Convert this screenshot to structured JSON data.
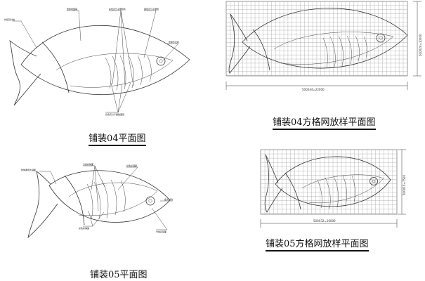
{
  "plans": {
    "p04": {
      "title": "铺装04平面图",
      "annotations": [
        "外挂石材边",
        "整体地面铺",
        "彩色高分子塑胶条",
        "黑色高分子塑胶",
        "整体外石材",
        "彩色高分子塑胶面层"
      ]
    },
    "p05": {
      "title": "铺装05平面图",
      "annotations": [
        "整体黑色外铺面",
        "分格彩铺面",
        "鱼头材料",
        "分格彩铺面",
        "彩色彩铺面",
        "彩色彩铺面"
      ]
    }
  },
  "grids": {
    "g04": {
      "title": "铺装04方格网放样平面图",
      "dim_bottom": "500X44=22000",
      "dim_side": "500X20=10000"
    },
    "g05": {
      "title": "铺装05方格网放样平面图",
      "dim_bottom": "500X32=16000",
      "dim_side": "500X15=7500"
    }
  }
}
